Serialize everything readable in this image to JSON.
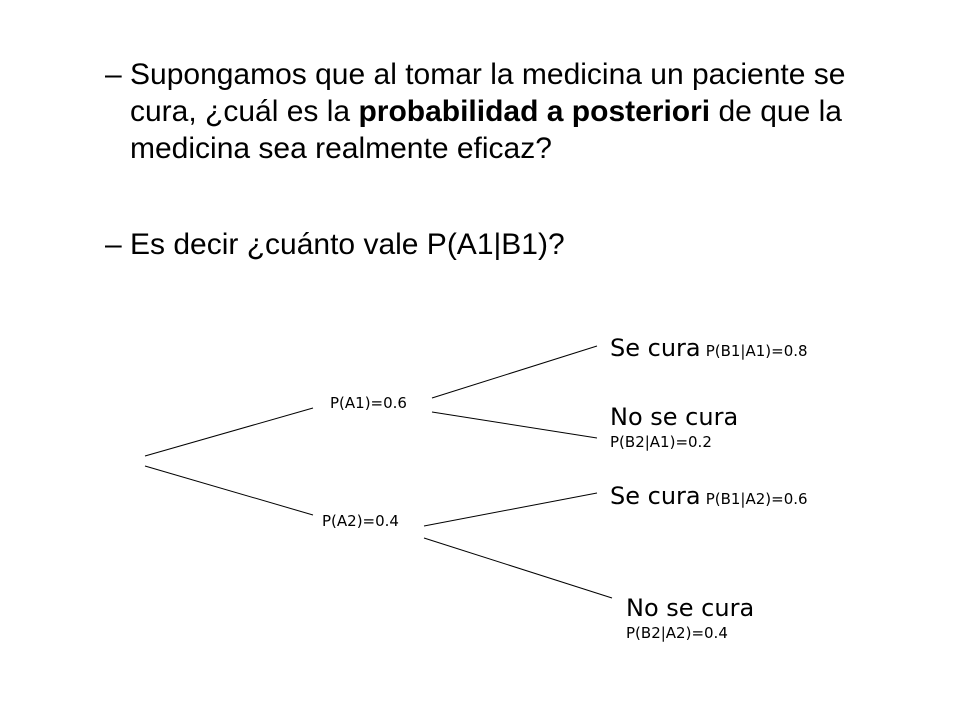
{
  "bullets": [
    {
      "dash": "–",
      "parts": [
        "Supongamos que al tomar la medicina un paciente se cura, ¿cuál es la ",
        "probabilidad a posteriori",
        " de que la medicina sea realmente eficaz?"
      ]
    },
    {
      "dash": "–",
      "text": "Es decir ¿cuánto vale P(A1|B1)?"
    }
  ],
  "tree": {
    "a1": {
      "prob": "P(A1)=0.6"
    },
    "a2": {
      "prob": "P(A2)=0.4"
    },
    "a1b1": {
      "outcome": "Se cura",
      "prob": "P(B1|A1)=0.8"
    },
    "a1b2": {
      "outcome": "No se cura",
      "prob": "P(B2|A1)=0.2"
    },
    "a2b1": {
      "outcome": "Se cura",
      "prob": "P(B1|A2)=0.6"
    },
    "a2b2": {
      "outcome": "No se cura",
      "prob": "P(B2|A2)=0.4"
    }
  }
}
